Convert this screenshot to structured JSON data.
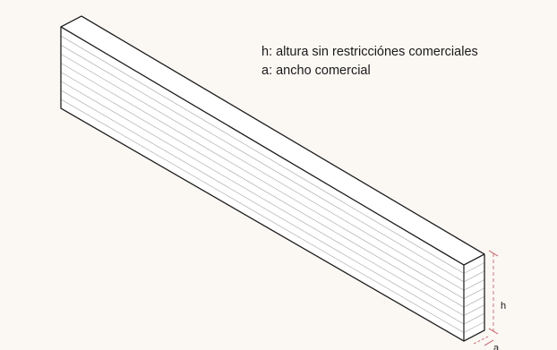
{
  "legend": {
    "height_def": "h: altura sin restricciónes comerciales",
    "width_def": "a: ancho comercial"
  },
  "dimensions": {
    "height_label": "h",
    "width_label": "a"
  },
  "colors": {
    "background": "#fbf8f4",
    "outline": "#1f1f1f",
    "lamination": "#b8b8b8",
    "dimension_line": "#c9737a"
  },
  "lamination_count": 9
}
